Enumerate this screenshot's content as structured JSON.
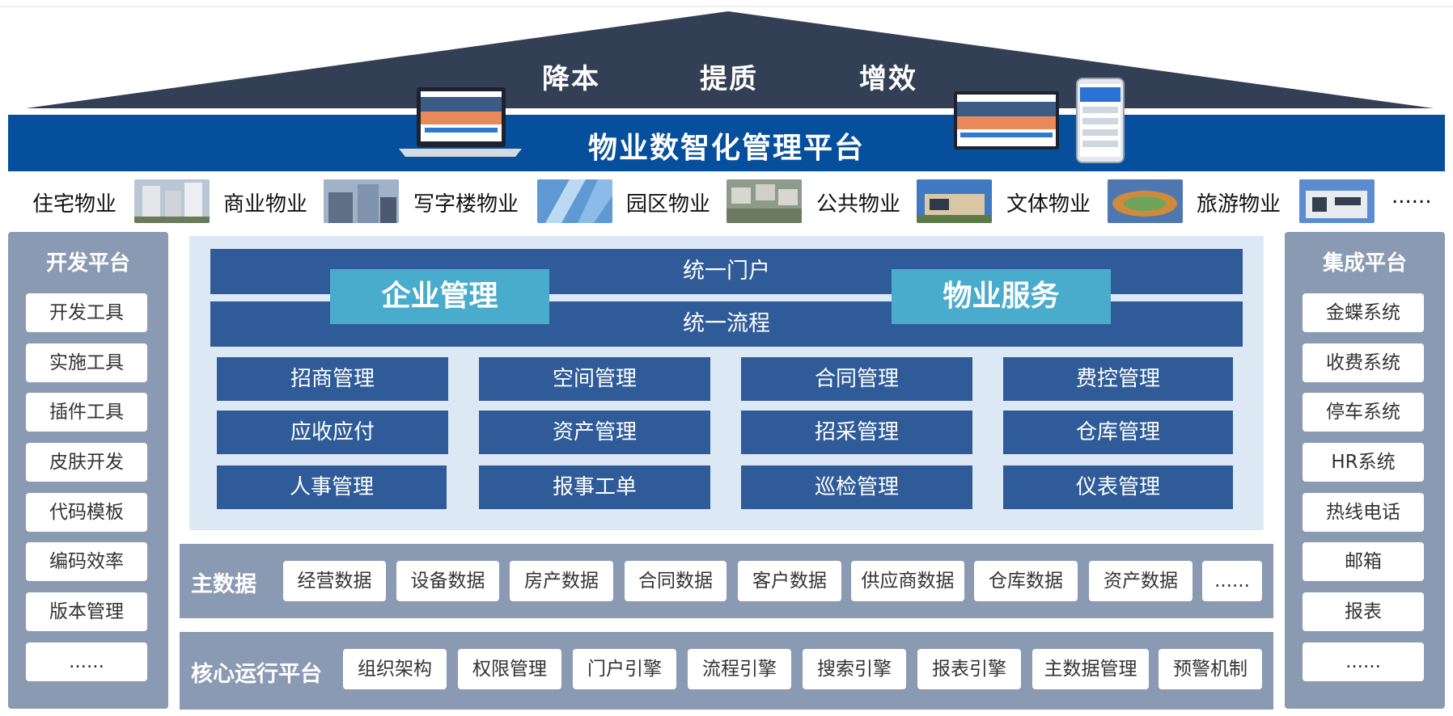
{
  "roof": {
    "slogans": [
      "降本",
      "提质",
      "增效"
    ]
  },
  "platform_title": "物业数智化管理平台",
  "property_types": [
    "住宅物业",
    "商业物业",
    "写字楼物业",
    "园区物业",
    "公共物业",
    "文体物业",
    "旅游物业",
    "......"
  ],
  "dev_platform": {
    "title": "开发平台",
    "items": [
      "开发工具",
      "实施工具",
      "插件工具",
      "皮肤开发",
      "代码模板",
      "编码效率",
      "版本管理",
      "......"
    ]
  },
  "integration_platform": {
    "title": "集成平台",
    "items": [
      "金蝶系统",
      "收费系统",
      "停车系统",
      "HR系统",
      "热线电话",
      "邮箱",
      "报表",
      "......"
    ]
  },
  "center": {
    "unified_portal": "统一门户",
    "unified_process": "统一流程",
    "enterprise_mgmt": "企业管理",
    "property_service": "物业服务",
    "modules": [
      [
        "招商管理",
        "空间管理",
        "合同管理",
        "费控管理"
      ],
      [
        "应收应付",
        "资产管理",
        "招采管理",
        "仓库管理"
      ],
      [
        "人事管理",
        "报事工单",
        "巡检管理",
        "仪表管理"
      ]
    ]
  },
  "master_data": {
    "label": "主数据",
    "items": [
      "经营数据",
      "设备数据",
      "房产数据",
      "合同数据",
      "客户数据",
      "供应商数据",
      "仓库数据",
      "资产数据",
      "......"
    ]
  },
  "core_platform": {
    "label": "核心运行平台",
    "items": [
      "组织架构",
      "权限管理",
      "门户引擎",
      "流程引擎",
      "搜索引擎",
      "报表引擎",
      "主数据管理",
      "预警机制"
    ]
  },
  "colors": {
    "roof": "#333f55",
    "banner": "#064f9c",
    "module": "#2f5c98",
    "highlight": "#4aaccc",
    "band": "#8a9ab3",
    "center_bg": "#dde8f5"
  }
}
